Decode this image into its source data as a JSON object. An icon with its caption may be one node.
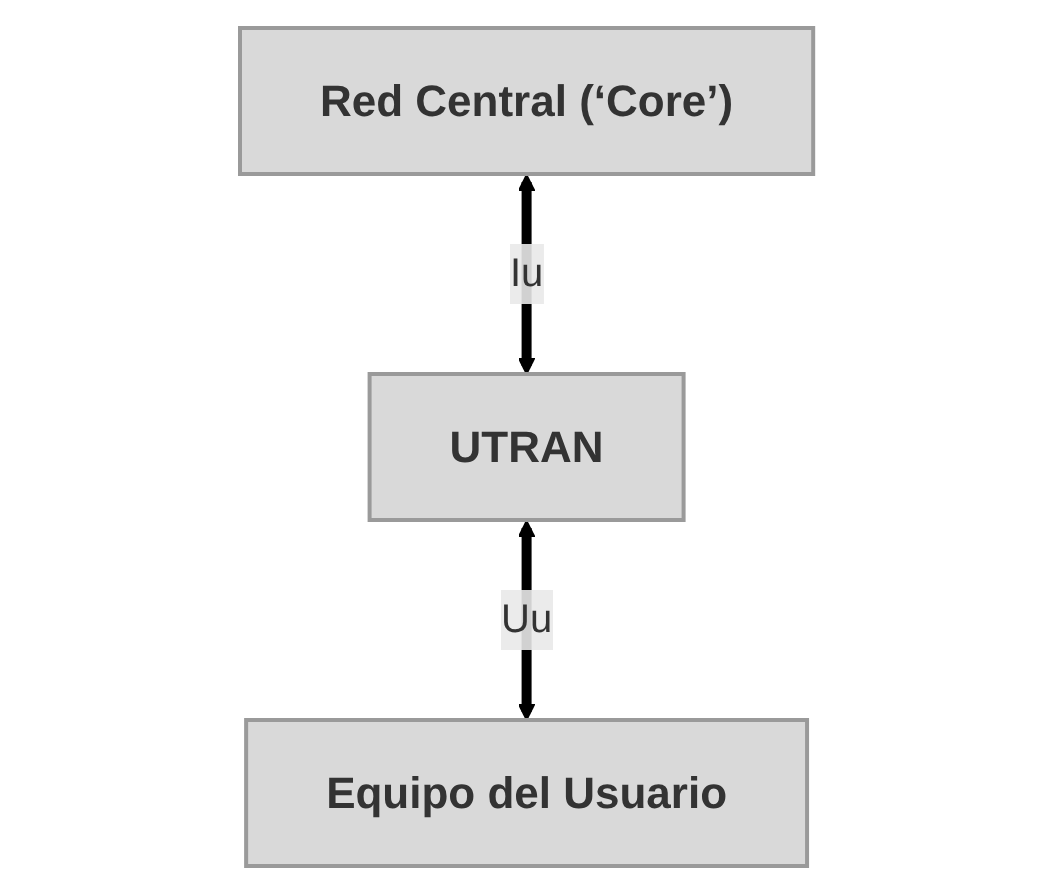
{
  "diagram": {
    "nodes": [
      {
        "text": [
          "Red Central (‘Core’)"
        ]
      },
      {
        "text": [
          "UTRAN"
        ]
      },
      {
        "text": [
          "Equipo del Usuario"
        ]
      }
    ],
    "edges": [
      {
        "from": 0,
        "to": 1,
        "arrow": "both",
        "label": "Iu"
      },
      {
        "from": 1,
        "to": 2,
        "arrow": "both",
        "label": "Uu"
      }
    ]
  }
}
